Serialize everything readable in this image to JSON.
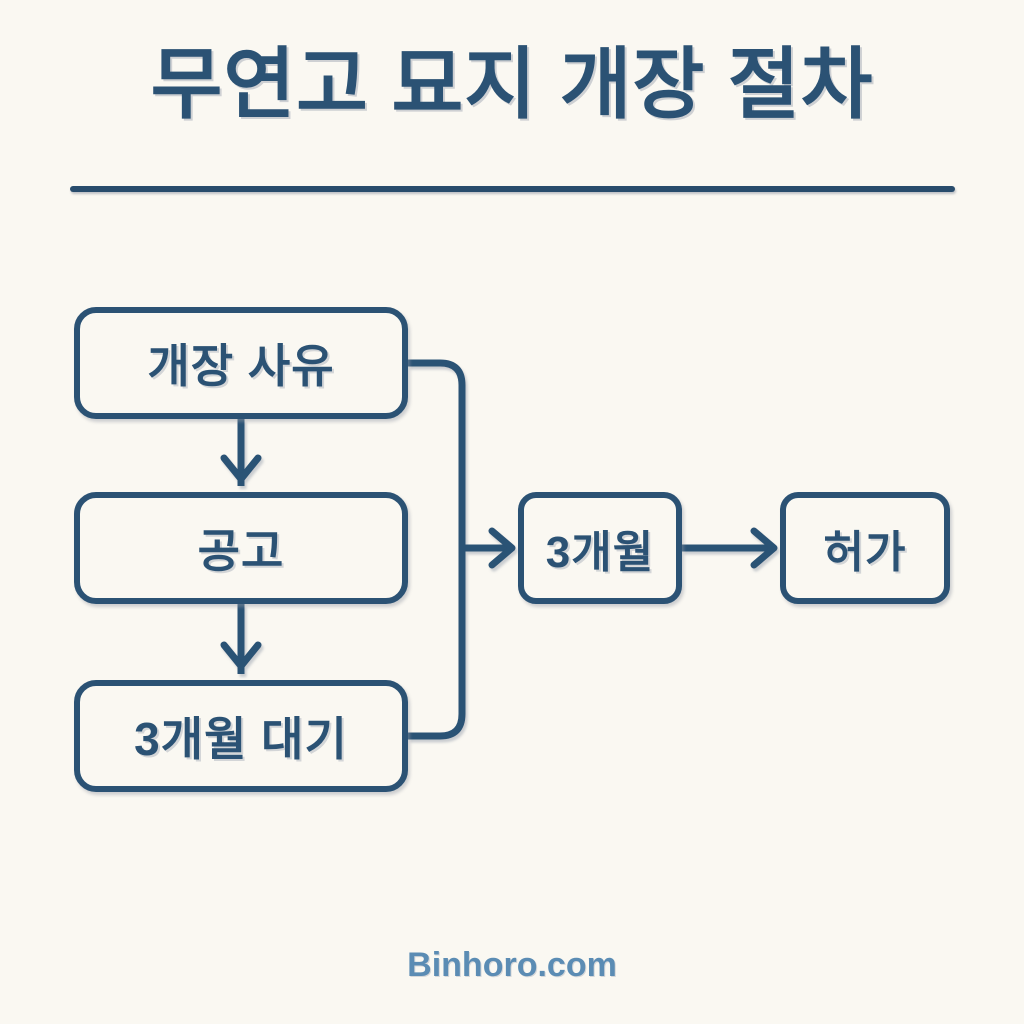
{
  "page": {
    "background_color": "#faf8f2",
    "accent_color": "#2b5274",
    "footer_color": "#5b8cb4"
  },
  "header": {
    "title": "무연고 묘지 개장 절차",
    "divider": "horizontal-rule"
  },
  "diagram": {
    "type": "flowchart",
    "nodes": [
      {
        "id": "reason",
        "label": "개장 사유",
        "column": "left",
        "order": 1
      },
      {
        "id": "notice",
        "label": "공고",
        "column": "left",
        "order": 2
      },
      {
        "id": "wait",
        "label": "3개월 대기",
        "column": "left",
        "order": 3
      },
      {
        "id": "three",
        "label": "3개월",
        "column": "right",
        "order": 4
      },
      {
        "id": "permit",
        "label": "허가",
        "column": "right",
        "order": 5
      }
    ],
    "edges": [
      {
        "from": "reason",
        "to": "notice",
        "style": "arrow-down"
      },
      {
        "from": "notice",
        "to": "wait",
        "style": "arrow-down"
      },
      {
        "from": "reason",
        "to": "three",
        "style": "elbow-right"
      },
      {
        "from": "wait",
        "to": "three",
        "style": "elbow-right"
      },
      {
        "from": "three",
        "to": "permit",
        "style": "arrow-right"
      }
    ]
  },
  "footer": {
    "site": "Binhoro.com"
  }
}
